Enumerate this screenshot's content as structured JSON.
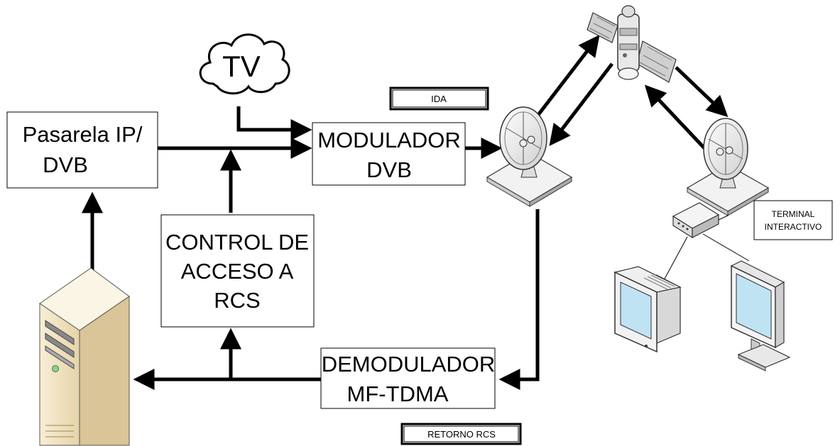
{
  "nodes": {
    "tv": "TV",
    "gateway_line1": "Pasarela IP/",
    "gateway_line2": "DVB",
    "modulator_line1": "MODULADOR",
    "modulator_line2": "DVB",
    "access_line1": "CONTROL DE",
    "access_line2": "ACCESO A",
    "access_line3": "RCS",
    "demodulator_line1": "DEMODULADOR",
    "demodulator_line2": "MF-TDMA",
    "terminal_line1": "TERMINAL",
    "terminal_line2": "INTERACTIVO"
  },
  "labels": {
    "forward": "IDA",
    "return": "RETORNO RCS"
  },
  "icons": {
    "satellite": "satellite-icon",
    "dish": "satellite-dish-icon",
    "server": "server-tower-icon",
    "modem": "modem-icon",
    "monitor": "monitor-icon"
  },
  "colors": {
    "line": "#000000",
    "server_body": "#f3e6c8"
  }
}
